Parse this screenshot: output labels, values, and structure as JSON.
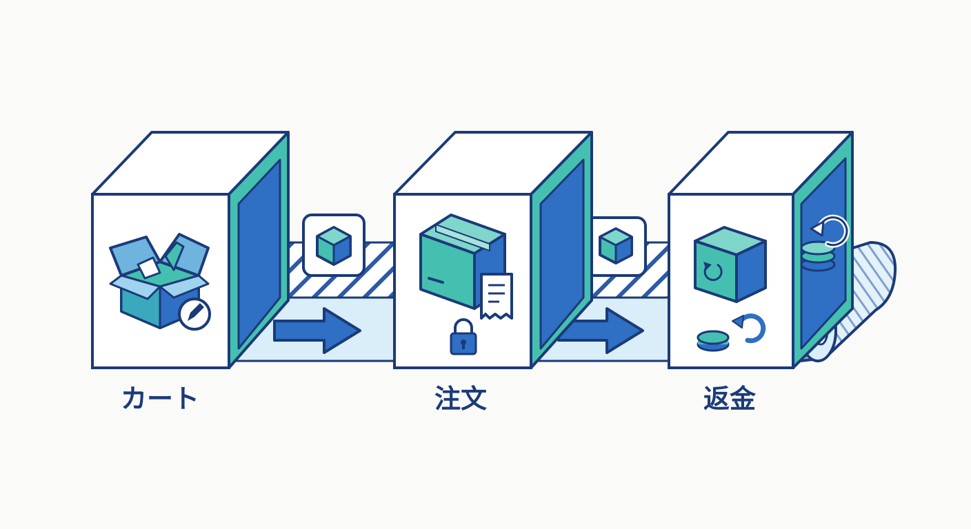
{
  "colors": {
    "outline": "#1b3a78",
    "teal": "#45c0b0",
    "blue": "#2f6fc4",
    "light_blue": "#d9eef8",
    "stripe": "#2d5aa6",
    "background": "#fafbf8"
  },
  "stages": [
    {
      "id": "cart",
      "label": "カート",
      "icon": "open-box-with-pencil-icon"
    },
    {
      "id": "order",
      "label": "注文",
      "icon": "closed-box-with-receipt-and-lock-icon"
    },
    {
      "id": "refund",
      "label": "返金",
      "icon": "return-box-with-coins-icon"
    }
  ],
  "connectors": [
    {
      "id": "cart-to-order",
      "arrow": "right-arrow-icon",
      "package": "cube-icon"
    },
    {
      "id": "order-to-refund",
      "arrow": "right-arrow-icon",
      "package": "cube-icon"
    }
  ]
}
